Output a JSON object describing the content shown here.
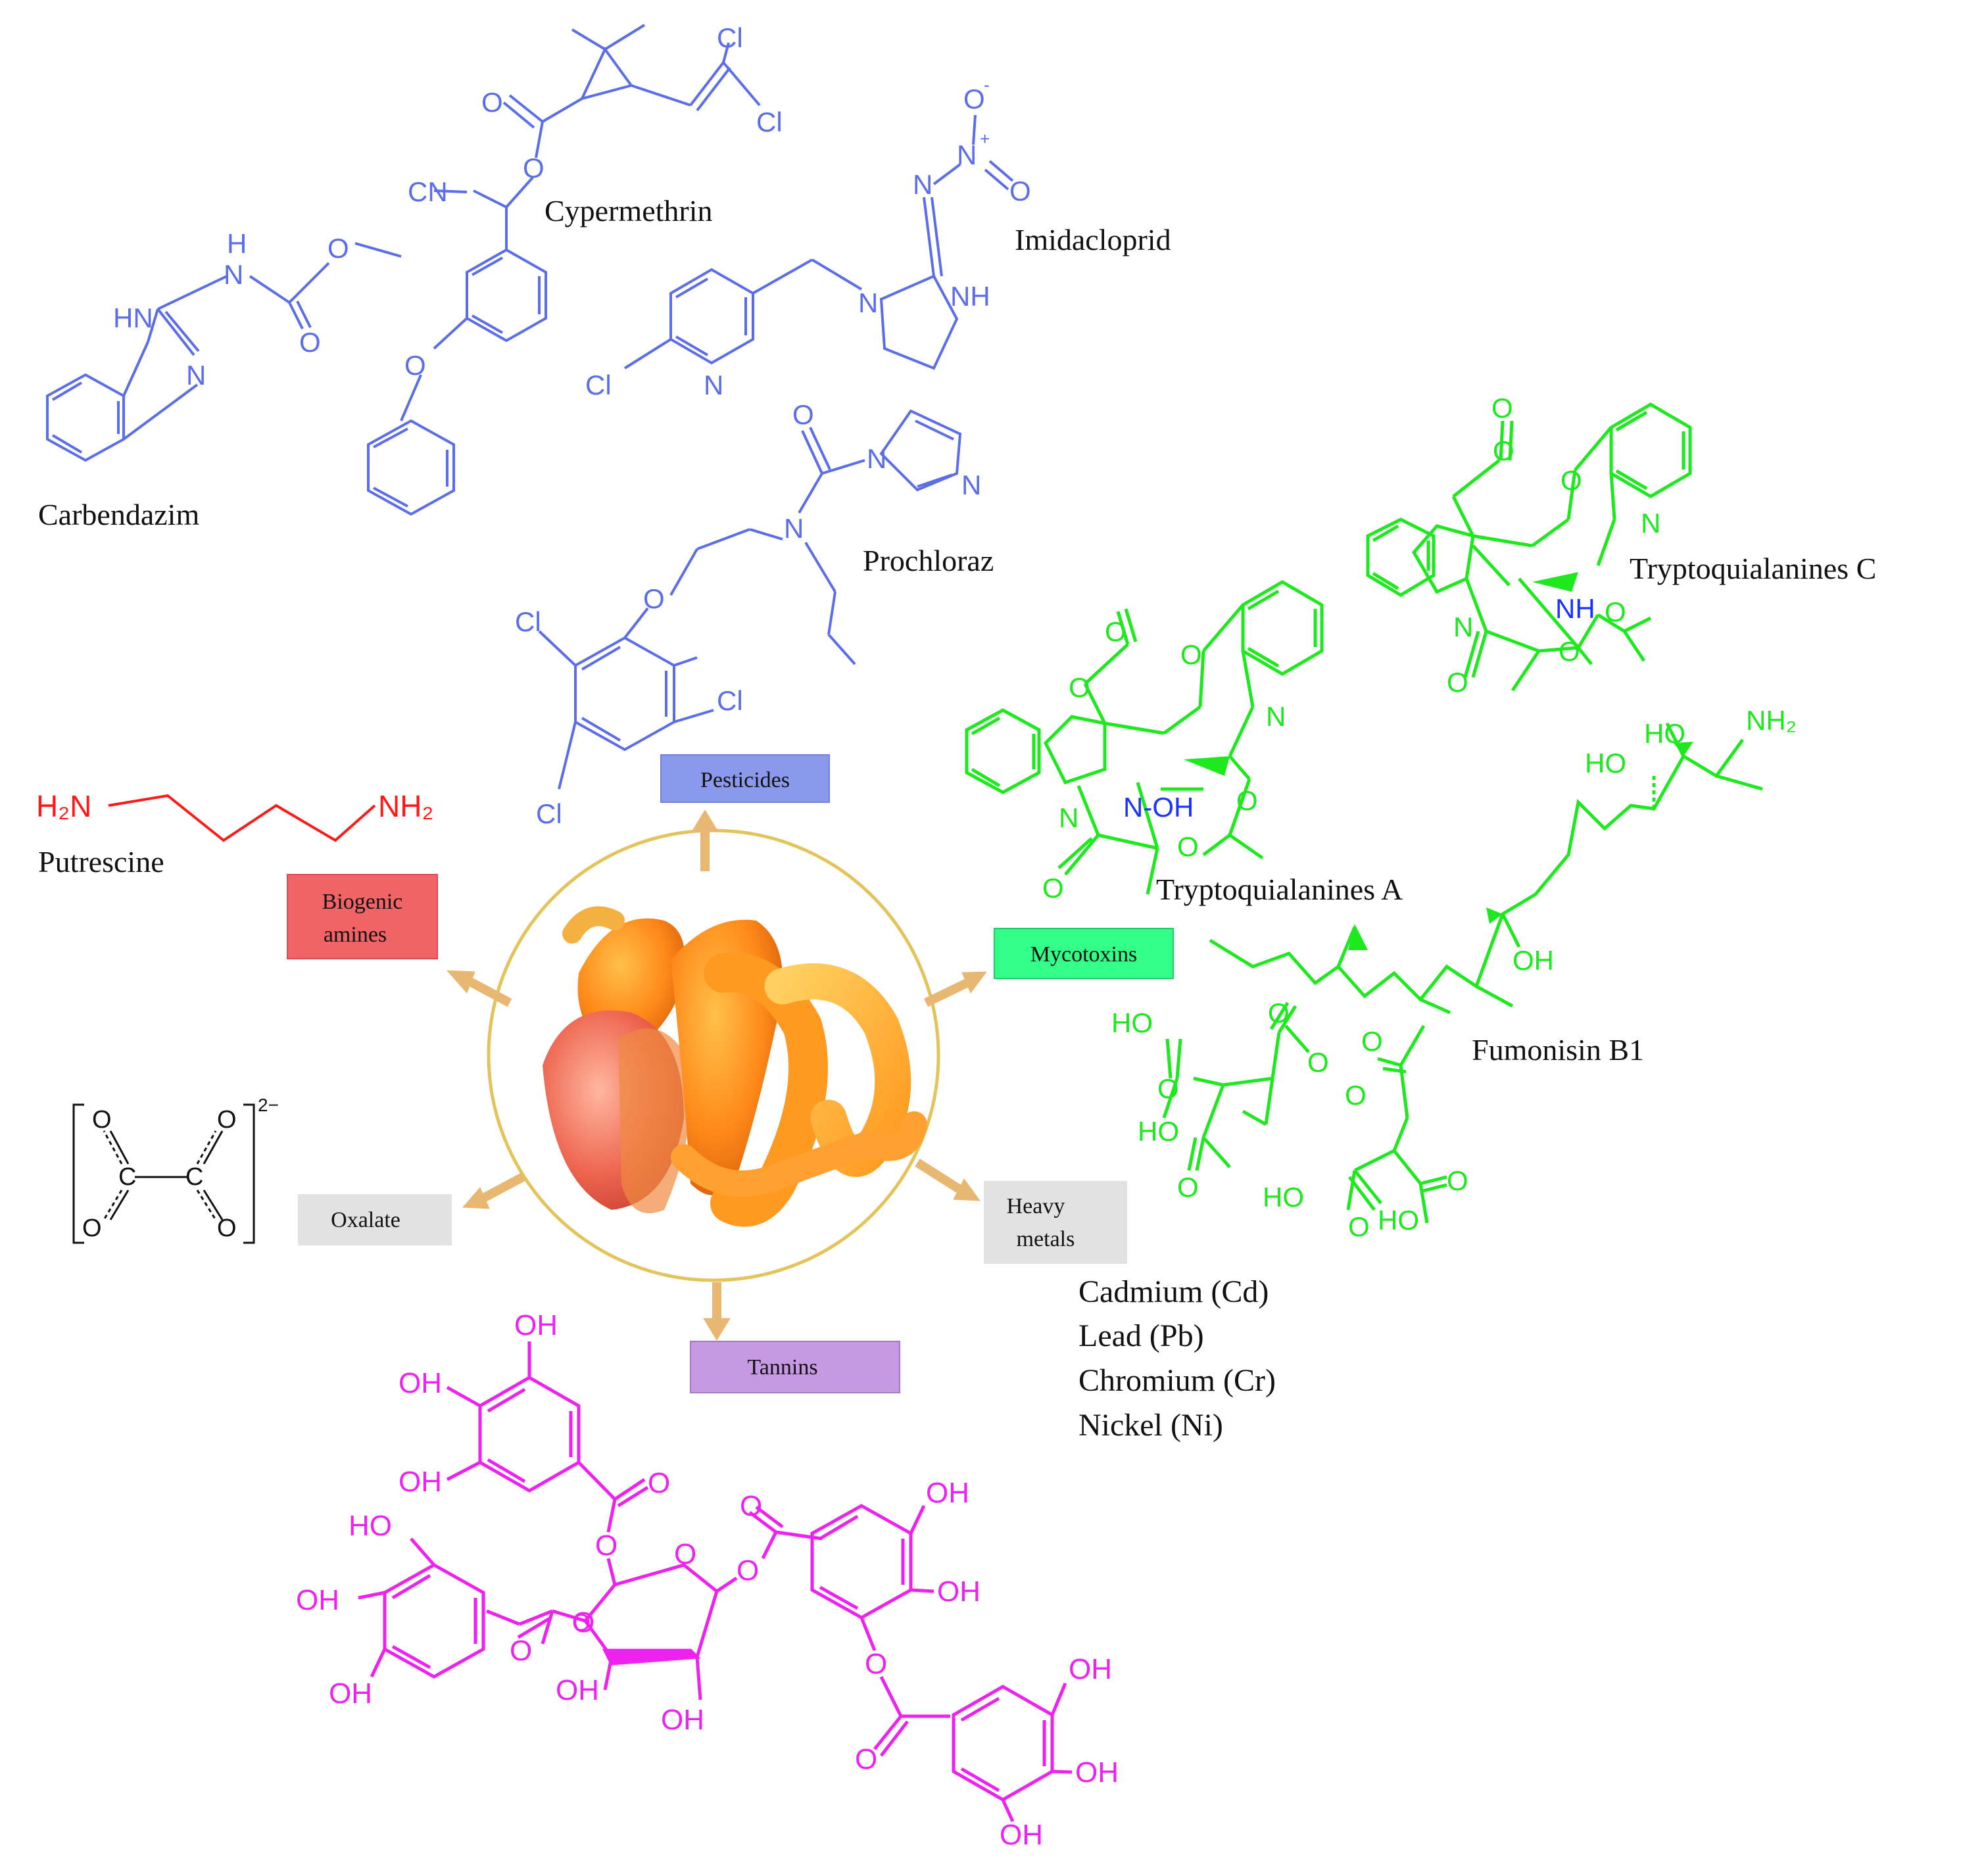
{
  "colors": {
    "pesticide": "#5b6ee8",
    "mycotoxin": "#1ee81e",
    "amine": "#ff1a1a",
    "tannin": "#ee22ee",
    "black": "#111111",
    "arrow": "#e8b872",
    "circle": "#e3c45a",
    "nh_blue": "#1a33ff"
  },
  "categories": {
    "pesticides": {
      "label": "Pesticides",
      "color": "#8b99ec"
    },
    "mycotoxins": {
      "label": "Mycotoxins",
      "color": "#33ff88"
    },
    "biogenic": {
      "label1": "Biogenic",
      "label2": "amines",
      "color": "#f06468"
    },
    "heavy": {
      "label1": "Heavy",
      "label2": "metals",
      "color": "#e2e2e2"
    },
    "oxalate": {
      "label": "Oxalate",
      "color": "#e2e2e2"
    },
    "tannins": {
      "label": "Tannins",
      "color": "#c799e3"
    }
  },
  "compounds": {
    "carbendazim": "Carbendazim",
    "cypermethrin": "Cypermethrin",
    "imidacloprid": "Imidacloprid",
    "prochloraz": "Prochloraz",
    "putrescine": "Putrescine",
    "tryp_a": "Tryptoquialanines A",
    "tryp_c": "Tryptoquialanines C",
    "fumonisin": "Fumonisin B1"
  },
  "metals": [
    "Cadmium (Cd)",
    "Lead (Pb)",
    "Chromium (Cr)",
    "Nickel (Ni)"
  ],
  "atoms": {
    "H": "H",
    "HN": "HN",
    "N": "N",
    "O": "O",
    "Cl": "Cl",
    "CN": "CN",
    "NH": "NH",
    "Ominus": "O",
    "minus": "-",
    "Nplus": "N",
    "plus": "+",
    "H2N": "H₂N",
    "NH2": "NH₂",
    "NOH": "N-OH",
    "HO": "HO",
    "OH": "OH",
    "C": "C",
    "charge": "2−",
    "HO_NH2": "NH₂"
  }
}
